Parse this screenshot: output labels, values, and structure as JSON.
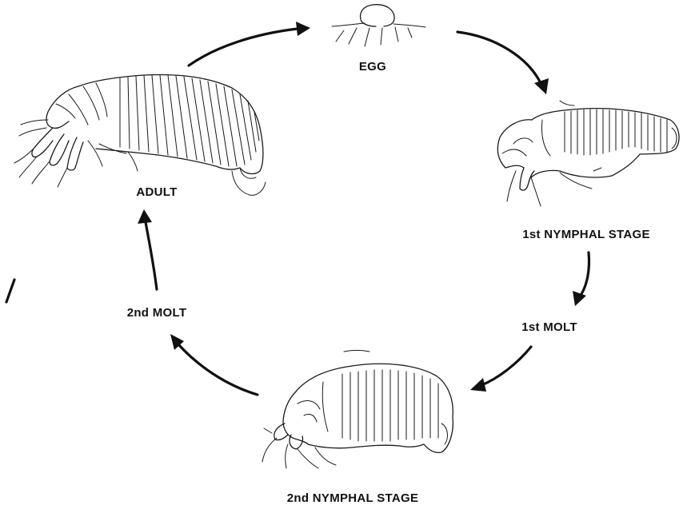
{
  "labels": {
    "egg": "EGG",
    "first_nymphal_stage": "1st NYMPHAL STAGE",
    "first_molt": "1st MOLT",
    "second_nymphal_stage": "2nd NYMPHAL STAGE",
    "second_molt": "2nd MOLT",
    "adult": "ADULT"
  },
  "colors": {
    "ink": "#1a1a1a",
    "background": "#ffffff"
  }
}
